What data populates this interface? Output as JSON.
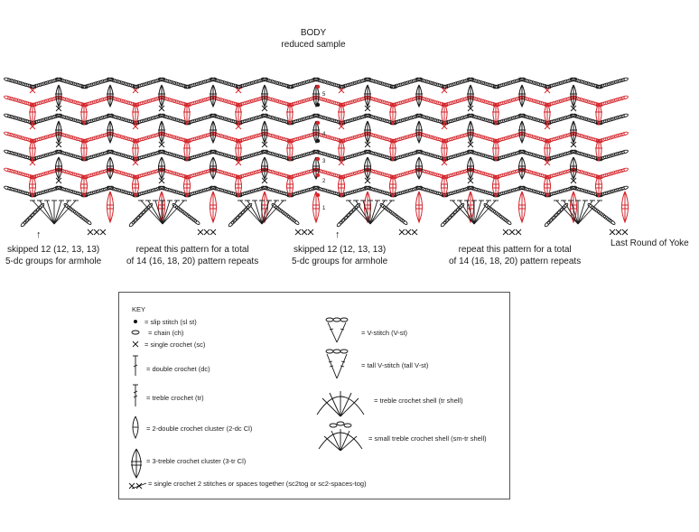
{
  "header": {
    "title": "BODY",
    "subtitle": "reduced sample"
  },
  "row_numbers": [
    "1",
    "2",
    "3",
    "4",
    "5"
  ],
  "notes": {
    "skip_left": [
      "skipped 12 (12, 13, 13)",
      "5-dc groups for armhole"
    ],
    "repeat_left": [
      "repeat this pattern for a total",
      "of 14 (16, 18, 20) pattern repeats"
    ],
    "skip_right": [
      "skipped 12 (12, 13, 13)",
      "5-dc groups for armhole"
    ],
    "repeat_right": [
      "repeat this pattern for a total",
      "of 14 (16, 18, 20) pattern repeats"
    ],
    "last_round": "Last Round of Yoke"
  },
  "colors": {
    "black": "#1a1a1a",
    "red": "#d4262c"
  },
  "key": {
    "title": "KEY",
    "items_left": [
      {
        "icon": "slip-stitch-icon",
        "label": "= slip stitch (sl st)"
      },
      {
        "icon": "chain-icon",
        "label": "= chain (ch)"
      },
      {
        "icon": "single-crochet-icon",
        "label": "= single crochet (sc)"
      },
      {
        "icon": "double-crochet-icon",
        "label": "= double crochet (dc)"
      },
      {
        "icon": "treble-crochet-icon",
        "label": "= treble crochet (tr)"
      },
      {
        "icon": "two-dc-cluster-icon",
        "label": "= 2-double crochet cluster (2-dc Cl)"
      },
      {
        "icon": "three-tr-cluster-icon",
        "label": "= 3-treble crochet cluster (3-tr Cl)"
      },
      {
        "icon": "sc2tog-icon",
        "label": "= single crochet 2 stitches or spaces together (sc2tog or sc2-spaces-tog)"
      }
    ],
    "items_right": [
      {
        "icon": "v-stitch-icon",
        "label": "= V-stitch (V-st)"
      },
      {
        "icon": "tall-v-stitch-icon",
        "label": "= tall V-stitch (tall V-st)"
      },
      {
        "icon": "tr-shell-icon",
        "label": "= treble crochet shell (tr shell)"
      },
      {
        "icon": "sm-tr-shell-icon",
        "label": "= small treble crochet shell (sm-tr shell)"
      }
    ]
  }
}
